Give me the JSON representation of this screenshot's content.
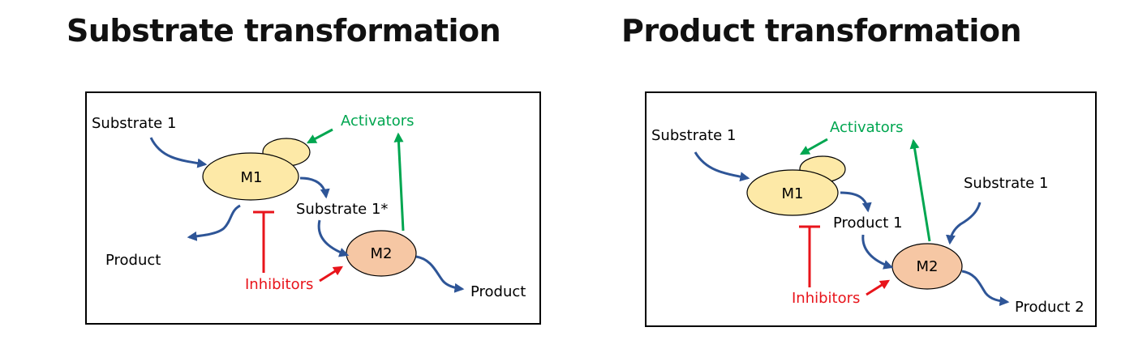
{
  "headings": {
    "left": "Substrate transformation",
    "right": "Product transformation"
  },
  "colors": {
    "flow_arrow": "#2e5597",
    "activator": "#00a650",
    "inhibitor": "#e8141b",
    "m1_fill": "#fde9a7",
    "m2_fill": "#f6c7a4"
  },
  "left_panel": {
    "substrate": "Substrate 1",
    "activators": "Activators",
    "m1": "M1",
    "intermediate": "Substrate 1*",
    "m2": "M2",
    "product_m1": "Product",
    "inhibitors": "Inhibitors",
    "product_m2": "Product"
  },
  "right_panel": {
    "substrate": "Substrate 1",
    "activators": "Activators",
    "m1": "M1",
    "substrate_m2": "Substrate 1",
    "intermediate": "Product 1",
    "m2": "M2",
    "inhibitors": "Inhibitors",
    "product_m2": "Product 2"
  }
}
